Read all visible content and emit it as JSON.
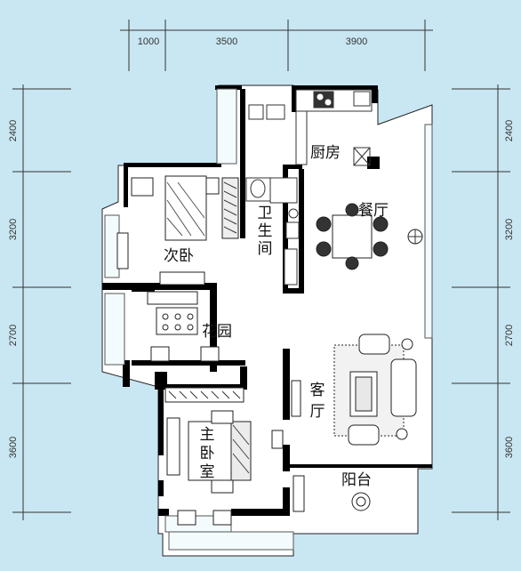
{
  "dimensions": {
    "top": [
      "1000",
      "3500",
      "3900"
    ],
    "left": [
      "2400",
      "3200",
      "2700",
      "3600"
    ],
    "right": [
      "2400",
      "3200",
      "2700",
      "3600"
    ]
  },
  "rooms": {
    "kitchen": "厨房",
    "dining": "餐厅",
    "bathroom_1": "卫",
    "bathroom_2": "生",
    "bathroom_3": "间",
    "second_bedroom": "次卧",
    "garden": "花园",
    "living": "客",
    "living_2": "厅",
    "master_1": "主",
    "master_2": "卧",
    "master_3": "室",
    "balcony": "阳台"
  },
  "colors": {
    "background": "#c9e7f2",
    "floor": "#ffffff",
    "wall": "#000000",
    "line": "#333333"
  }
}
